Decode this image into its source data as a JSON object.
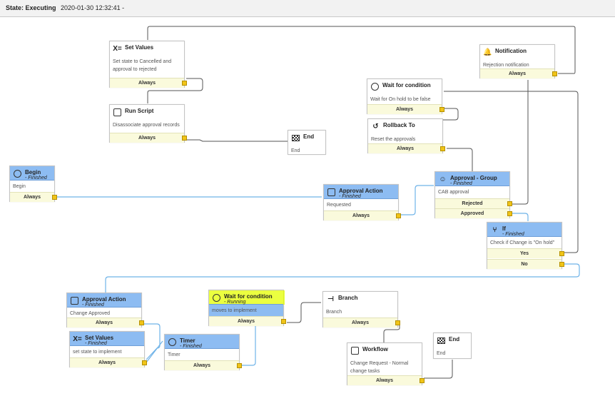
{
  "header": {
    "state_label": "State: Executing",
    "timestamp": "2020-01-30 12:32:41 -"
  },
  "nodes": {
    "set_values_top": {
      "title": "Set Values",
      "body": "Set state to Cancelled and approval to rejected",
      "rows": [
        "Always"
      ]
    },
    "run_script": {
      "title": "Run Script",
      "body": "Disassociate approval records",
      "rows": [
        "Always"
      ]
    },
    "end_top": {
      "title": "End",
      "body": "End"
    },
    "notification": {
      "title": "Notification",
      "body": "Rejection notification",
      "rows": [
        "Always"
      ]
    },
    "wait_on_hold": {
      "title": "Wait for condition",
      "body": "Wait for On hold to be false",
      "rows": [
        "Always"
      ]
    },
    "rollback": {
      "title": "Rollback To",
      "body": "Reset the approvals",
      "rows": [
        "Always"
      ]
    },
    "begin": {
      "title": "Begin",
      "status": "- Finished",
      "body": "Begin",
      "rows": [
        "Always"
      ]
    },
    "approval_action_top": {
      "title": "Approval Action",
      "status": "- Finished",
      "body": "Requested",
      "rows": [
        "Always"
      ]
    },
    "approval_group": {
      "title": "Approval - Group",
      "status": "- Finished",
      "body": "CAB approval",
      "rows": [
        "Rejected",
        "Approved"
      ]
    },
    "if_node": {
      "title": "If",
      "status": "- Finished",
      "body": "Check if Change is \"On hold\"",
      "rows": [
        "Yes",
        "No"
      ]
    },
    "approval_action_bottom": {
      "title": "Approval Action",
      "status": "- Finished",
      "body": "Change Approved",
      "rows": [
        "Always"
      ]
    },
    "set_values_bottom": {
      "title": "Set Values",
      "status": "- Finished",
      "body": "set state to implement",
      "rows": [
        "Always"
      ]
    },
    "timer": {
      "title": "Timer",
      "status": "- Finished",
      "body": "Timer",
      "rows": [
        "Always"
      ]
    },
    "wait_running": {
      "title": "Wait for condition",
      "status": "- Running",
      "body": "moves to implement",
      "rows": [
        "Always"
      ]
    },
    "branch": {
      "title": "Branch",
      "body": "Branch",
      "rows": [
        "Always"
      ]
    },
    "workflow": {
      "title": "Workflow",
      "body": "Change Request - Normal change tasks",
      "rows": [
        "Always"
      ]
    },
    "end_bottom": {
      "title": "End",
      "body": "End"
    }
  },
  "colors": {
    "finished_header": "#8dbcf2",
    "port": "#f0c418",
    "row": "#fafadc",
    "wire": "#555555",
    "wire_active": "#6fb3e8",
    "highlight": "#e4ff00"
  }
}
